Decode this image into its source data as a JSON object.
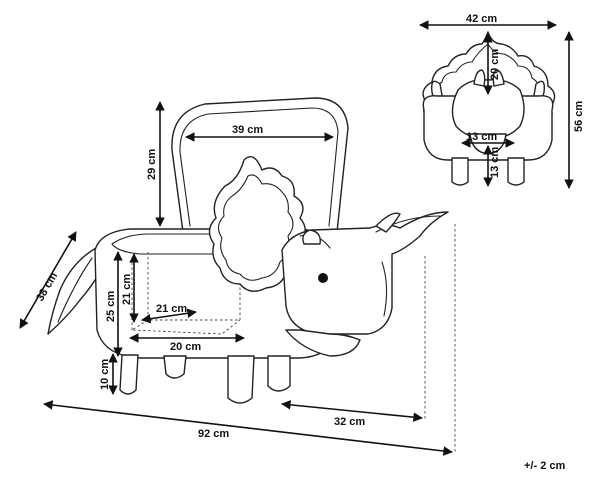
{
  "dimensions": {
    "lid_width": "39 cm",
    "lid_height": "29 cm",
    "depth": "38 cm",
    "body_height": "25 cm",
    "inner_height": "21 cm",
    "inner_depth": "21 cm",
    "inner_width": "20 cm",
    "leg_height": "10 cm",
    "head_length": "32 cm",
    "total_length": "92 cm",
    "front_width": "42 cm",
    "crest_height": "20 cm",
    "total_height": "56 cm",
    "horn_width": "13 cm",
    "horn_height": "13 cm"
  },
  "tolerance": "+/- 2 cm"
}
